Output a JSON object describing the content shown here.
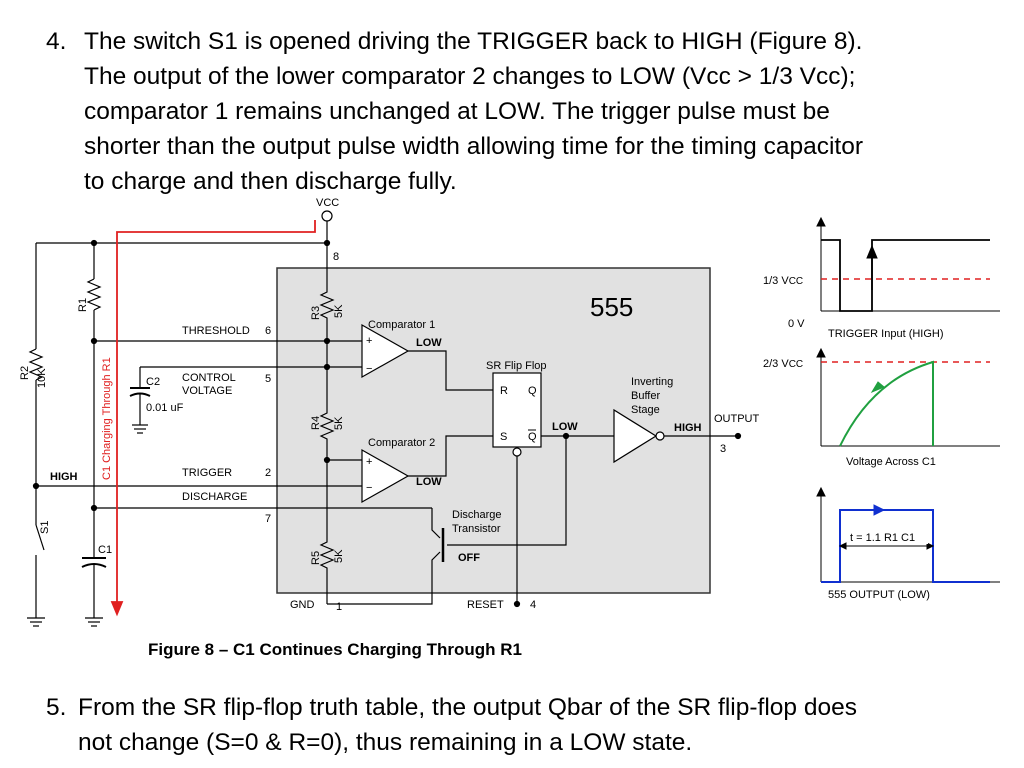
{
  "step4": {
    "number": "4.",
    "lines": [
      "The switch S1 is opened driving the TRIGGER back to HIGH (Figure 8).",
      "The output of the lower comparator 2 changes to LOW (Vcc > 1/3 Vcc);",
      "comparator 1 remains unchanged at LOW. The trigger pulse must be",
      "shorter than the output pulse width allowing time for the timing capacitor",
      "to charge and then discharge fully."
    ]
  },
  "figure": {
    "caption": "Figure 8 – C1 Continues Charging Through R1",
    "schematic": {
      "vcc": "VCC",
      "chip_name": "555",
      "pins": {
        "vcc_pin": "8",
        "threshold": "THRESHOLD",
        "threshold_pin": "6",
        "control": "CONTROL",
        "control2": "VOLTAGE",
        "control_pin": "5",
        "trigger": "TRIGGER",
        "trigger_pin": "2",
        "discharge": "DISCHARGE",
        "discharge_pin": "7",
        "gnd": "GND",
        "gnd_pin": "1",
        "reset": "RESET",
        "reset_pin": "4",
        "output": "OUTPUT",
        "output_pin": "3"
      },
      "components": {
        "r1": "R1",
        "r2": "R2",
        "r2_value": "10K",
        "r3": "R3",
        "r4": "R4",
        "r5": "R5",
        "r_int_value": "5K",
        "c1": "C1",
        "c2": "C2",
        "c2_value": "0.01 uF",
        "s1": "S1"
      },
      "blocks": {
        "comp1": "Comparator 1",
        "comp2": "Comparator 2",
        "flipflop": "SR Flip Flop",
        "r": "R",
        "s": "S",
        "q": "Q",
        "qbar": "Q",
        "buffer1": "Inverting",
        "buffer2": "Buffer",
        "buffer3": "Stage",
        "dt1": "Discharge",
        "dt2": "Transistor"
      },
      "states": {
        "comp1_out": "LOW",
        "comp2_out": "LOW",
        "ff_out": "LOW",
        "buffer_out": "HIGH",
        "trigger_node": "HIGH",
        "transistor": "OFF"
      },
      "plus": "+",
      "minus": "−",
      "charging_label": "C1 Charging Through R1",
      "charging_color": "#e02020"
    },
    "waveforms": {
      "trigger_label": "TRIGGER Input (HIGH)",
      "one_third": "1/3 V",
      "zero": "0 V",
      "capacitor_label": "Voltage Across C1",
      "two_thirds": "2/3 V",
      "vcc_sub": "CC",
      "output_label": "555 OUTPUT (LOW)",
      "pulse_width": "t = 1.1 R1 C1",
      "threshold_color": "#e02020",
      "cap_color": "#20a040",
      "output_color": "#1030d0"
    }
  },
  "step5": {
    "number": "5.",
    "lines": [
      "From the SR flip-flop truth table, the output Qbar of the SR flip-flop does",
      "not change (S=0 & R=0), thus remaining in a LOW state."
    ]
  }
}
